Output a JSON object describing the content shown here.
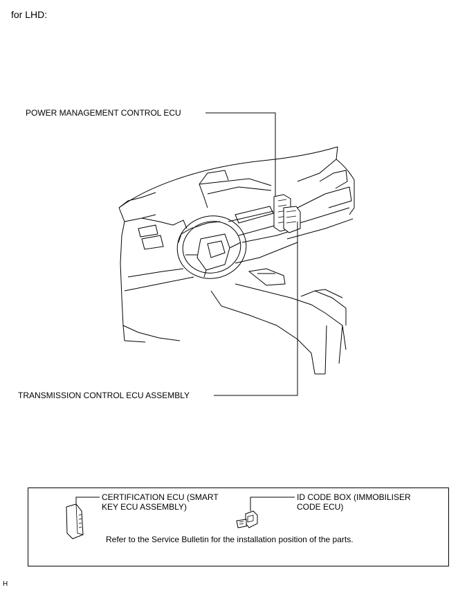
{
  "caption": "for LHD:",
  "callouts": {
    "power_management": "POWER MANAGEMENT CONTROL ECU",
    "transmission": "TRANSMISSION CONTROL ECU ASSEMBLY"
  },
  "legend": {
    "certification_ecu": [
      "CERTIFICATION ECU (SMART",
      "KEY ECU ASSEMBLY)"
    ],
    "id_code_box": [
      "ID CODE BOX (IMMOBILISER",
      "CODE ECU)"
    ],
    "note": "Refer to the Service Bulletin for the installation position of the parts."
  },
  "corner_mark": "H"
}
